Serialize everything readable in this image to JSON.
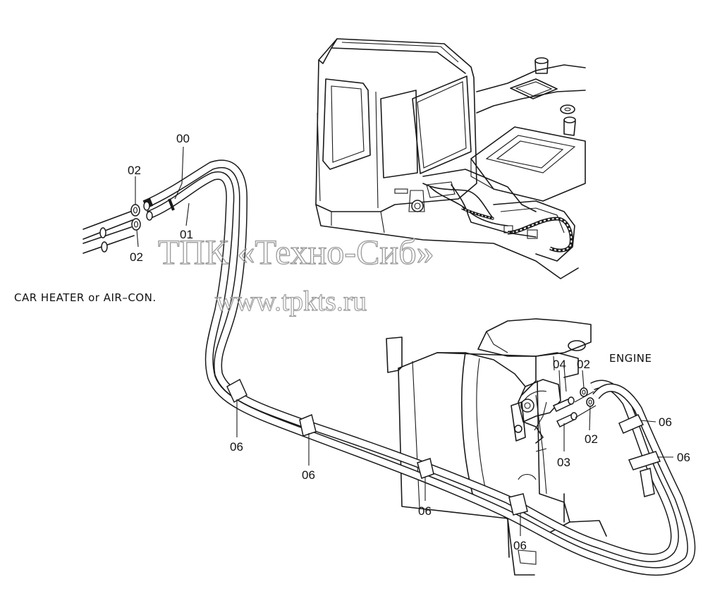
{
  "labels": {
    "assembly": "00",
    "hose_marker": "01",
    "clamp_top": "02",
    "clamp_bottom": "02",
    "fitting_04": "04",
    "fitting_03": "03",
    "engine_clamp_top": "02",
    "engine_clamp_bottom": "02",
    "band_1": "06",
    "band_2": "06",
    "band_3": "06",
    "band_4": "06",
    "band_5": "06",
    "band_6": "06"
  },
  "captions": {
    "heater": "CAR HEATER or AIR–CON.",
    "engine": "ENGINE"
  },
  "watermark": {
    "company": "ТПК «Техно-Сиб»",
    "website": "www.tpkts.ru"
  }
}
